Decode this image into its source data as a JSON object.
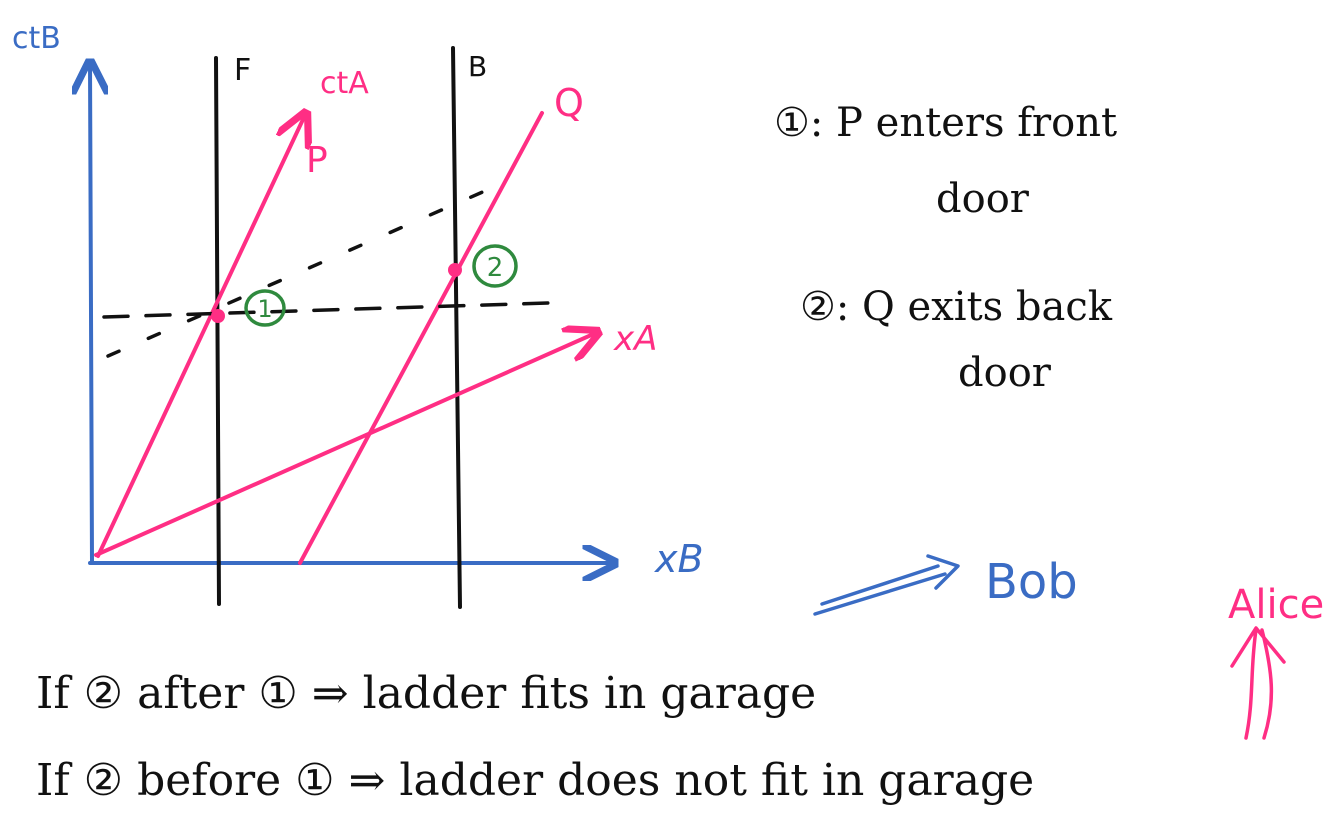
{
  "colors": {
    "frame_b_axes": "#3a6cc4",
    "frame_a_and_ladder": "#ff2e84",
    "garage_doors": "#111111",
    "event_markers": "#2f8a3e"
  },
  "diagram": {
    "axes_b": {
      "vertical": "ctB",
      "horizontal": "xB"
    },
    "axes_a": {
      "vertical": "ctA",
      "horizontal": "xA"
    },
    "doors": {
      "front": "F",
      "back": "B"
    },
    "worldlines": {
      "front_end": "P",
      "back_end": "Q"
    },
    "events": {
      "one": "1",
      "two": "2"
    }
  },
  "legend": {
    "event1_marker": "①",
    "event1_line1": ": P enters front",
    "event1_line2": "door",
    "event2_marker": "②",
    "event2_line1": ": Q exits back",
    "event2_line2": "door"
  },
  "frames": {
    "bob": "Bob",
    "alice": "Alice"
  },
  "conclusions": {
    "line1": "If ② after ①  ⇒  ladder fits in garage",
    "line2": "If ② before ①  ⇒  ladder does not fit in garage"
  }
}
